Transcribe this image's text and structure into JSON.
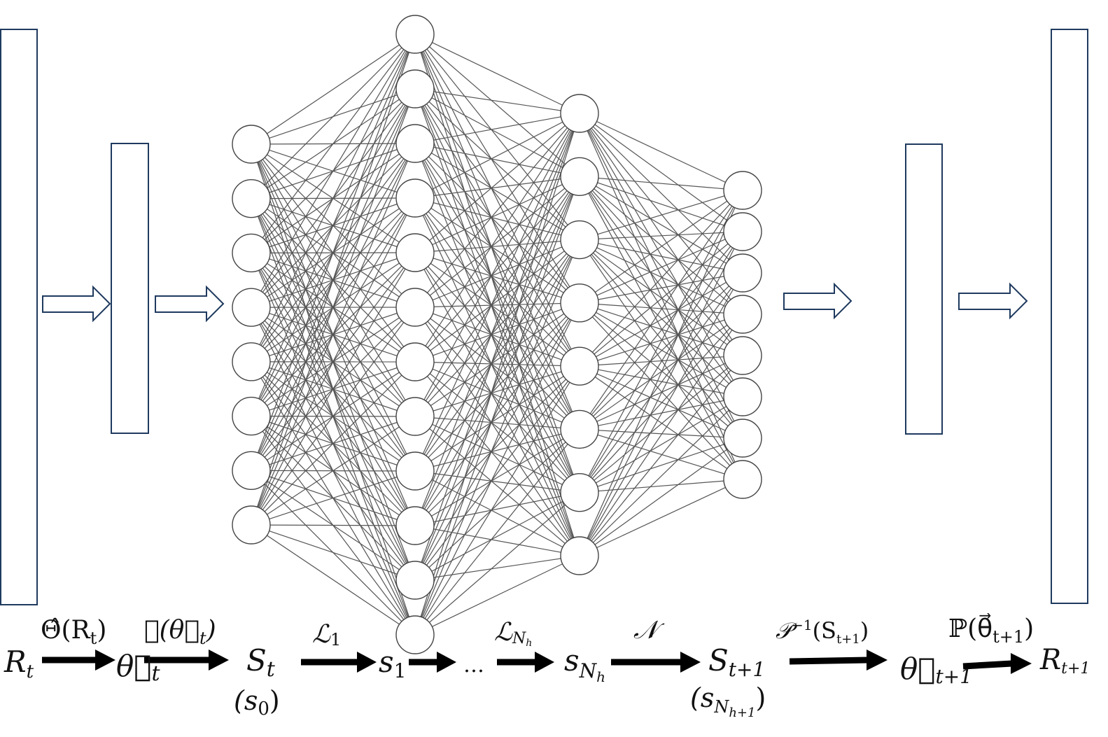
{
  "network": {
    "layers": [
      {
        "name": "input",
        "nodes": 8
      },
      {
        "name": "hidden-1",
        "nodes": 12
      },
      {
        "name": "hidden-2",
        "nodes": 8
      },
      {
        "name": "output",
        "nodes": 8
      }
    ]
  },
  "labels": {
    "r_t": "R",
    "r_t_sub": "t",
    "theta_t": "θ⃗",
    "theta_t_sub": "t",
    "big_s_t": "S",
    "big_s_t_sub": "t",
    "s0_open": "(s",
    "s0_sub": "0",
    "s0_close": ")",
    "s1": "s",
    "s1_sub": "1",
    "ellipsis": "…",
    "s_nh": "s",
    "s_nh_sub": "N",
    "s_nh_subsub": "h",
    "big_s_t1": "S",
    "big_s_t1_sub": "t+1",
    "s_nh1_open": "(s",
    "s_nh1_sub": "N",
    "s_nh1_subsub": "h+1",
    "s_nh1_close": ")",
    "theta_t1": "θ⃗",
    "theta_t1_sub": "t+1",
    "r_t1": "R",
    "r_t1_sub": "t+1"
  },
  "operators": {
    "theta_hat": "Θ̂(R",
    "theta_hat_sub": "t",
    "theta_hat_close": ")",
    "script_p": "𝒫(θ⃗",
    "script_p_sub": "t",
    "script_p_close": ")",
    "script_l1": "ℒ",
    "script_l1_sub": "1",
    "script_lnh": "ℒ",
    "script_lnh_sub": "N",
    "script_lnh_subsub": "h",
    "script_n": "𝒩",
    "script_p_inv": "𝒫",
    "script_p_inv_sup": "−1",
    "script_p_inv_arg": "(S",
    "script_p_inv_arg_sub": "t+1",
    "script_p_inv_close": ")",
    "bb_p": "ℙ(θ⃗",
    "bb_p_sub": "t+1",
    "bb_p_close": ")"
  }
}
